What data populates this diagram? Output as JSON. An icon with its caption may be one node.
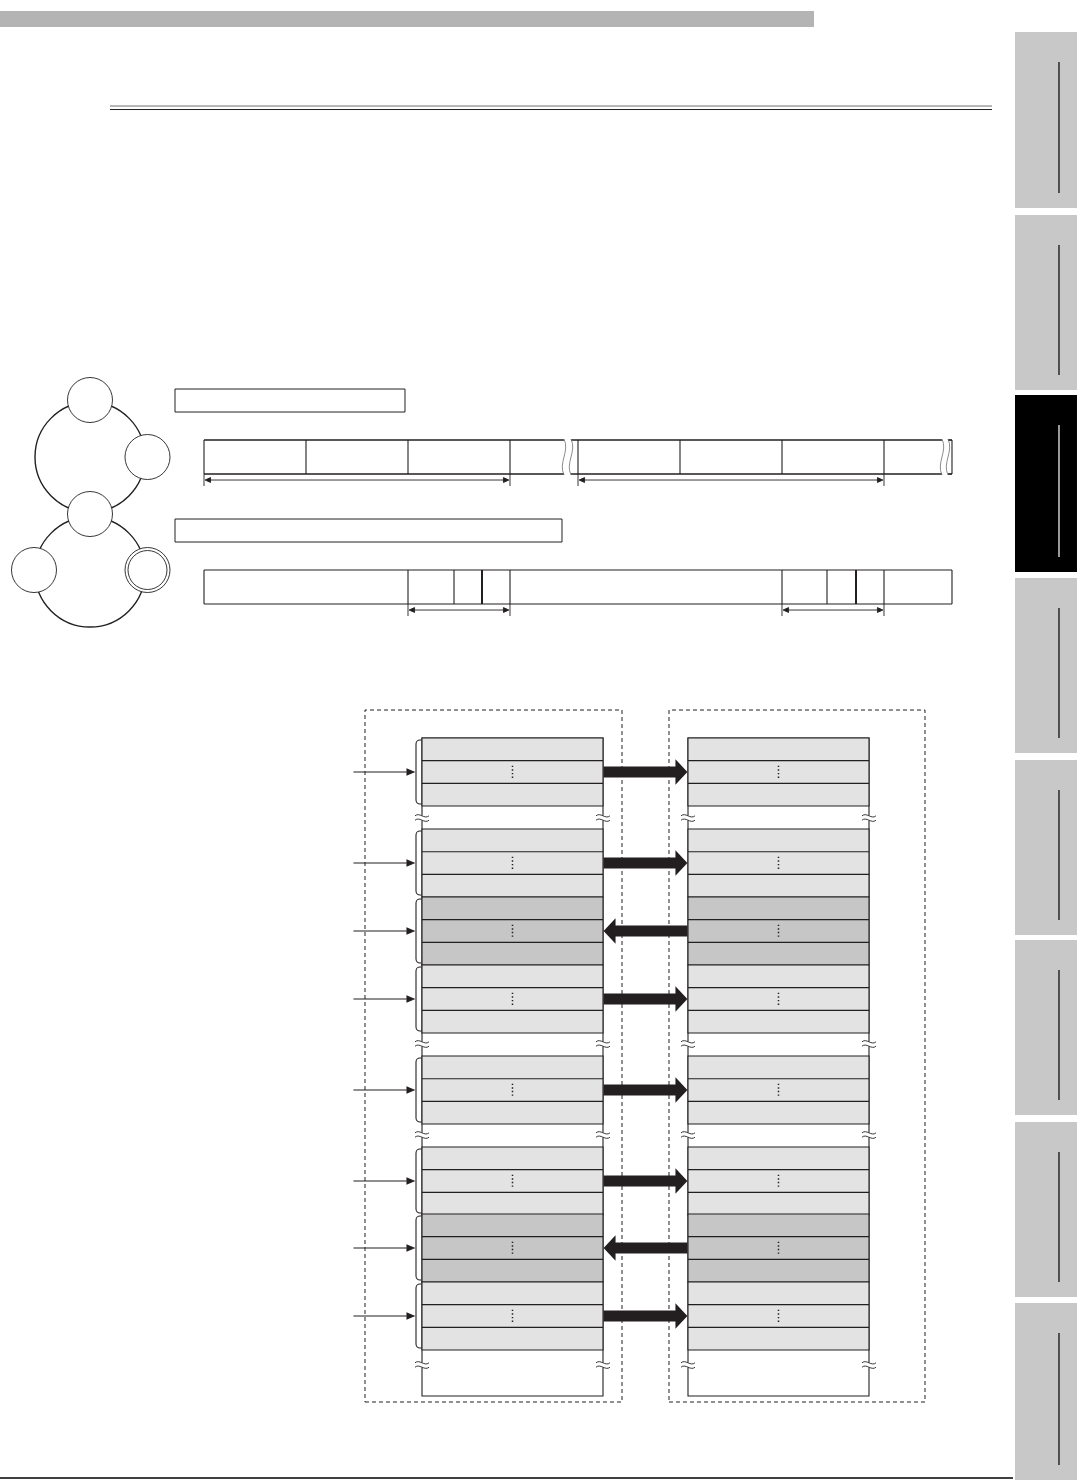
{
  "diagram": {
    "nodes": [
      {
        "text": [],
        "shape": "box"
      },
      {
        "text": [],
        "shape": "bar"
      },
      {
        "text": [],
        "shape": "box"
      },
      {
        "text": [],
        "shape": "bar"
      },
      {
        "text": [],
        "shape": "box"
      },
      {
        "text": [],
        "shape": "box",
        "in": 4
      },
      {
        "text": [],
        "shape": "box",
        "in": 5
      },
      {
        "text": [],
        "shape": "box",
        "in": 5
      },
      {
        "text": [],
        "shape": "box",
        "in": 5
      },
      {
        "text": [],
        "shape": "box",
        "in": 5
      },
      {
        "text": [],
        "shape": "box",
        "in": 5
      },
      {
        "text": [],
        "shape": "box",
        "in": 5
      },
      {
        "text": [],
        "shape": "box",
        "in": 5
      },
      {
        "text": [],
        "shape": "box",
        "in": 5
      },
      {
        "text": [],
        "shape": "box"
      },
      {
        "text": [],
        "shape": "box",
        "in": 14
      },
      {
        "text": [],
        "shape": "box",
        "in": 15
      },
      {
        "text": [],
        "shape": "box",
        "in": 15
      },
      {
        "text": [],
        "shape": "box",
        "in": 15
      },
      {
        "text": [],
        "shape": "box",
        "in": 15
      },
      {
        "text": [],
        "shape": "box",
        "in": 15
      },
      {
        "text": [],
        "shape": "box",
        "in": 15
      },
      {
        "text": [],
        "shape": "box",
        "in": 15
      },
      {
        "text": [],
        "shape": "box",
        "in": 15
      }
    ],
    "edges": [
      {
        "from": null,
        "to": 6,
        "arrow": "to"
      },
      {
        "from": 6,
        "to": 16,
        "arrow": "to",
        "style": "thick"
      },
      {
        "from": null,
        "to": 7,
        "arrow": "to"
      },
      {
        "from": 7,
        "to": 17,
        "arrow": "to",
        "style": "thick"
      },
      {
        "from": null,
        "to": 8,
        "arrow": "to"
      },
      {
        "from": 18,
        "to": 8,
        "arrow": "to",
        "style": "thick"
      },
      {
        "from": null,
        "to": 9,
        "arrow": "to"
      },
      {
        "from": 9,
        "to": 19,
        "arrow": "to",
        "style": "thick"
      },
      {
        "from": null,
        "to": 10,
        "arrow": "to"
      },
      {
        "from": 10,
        "to": 20,
        "arrow": "to",
        "style": "thick"
      },
      {
        "from": null,
        "to": 11,
        "arrow": "to"
      },
      {
        "from": 11,
        "to": 21,
        "arrow": "to",
        "style": "thick"
      },
      {
        "from": null,
        "to": 12,
        "arrow": "to"
      },
      {
        "from": 22,
        "to": 12,
        "arrow": "to",
        "style": "thick"
      },
      {
        "from": null,
        "to": 13,
        "arrow": "to"
      },
      {
        "from": 13,
        "to": 23,
        "arrow": "to",
        "style": "thick"
      }
    ]
  }
}
